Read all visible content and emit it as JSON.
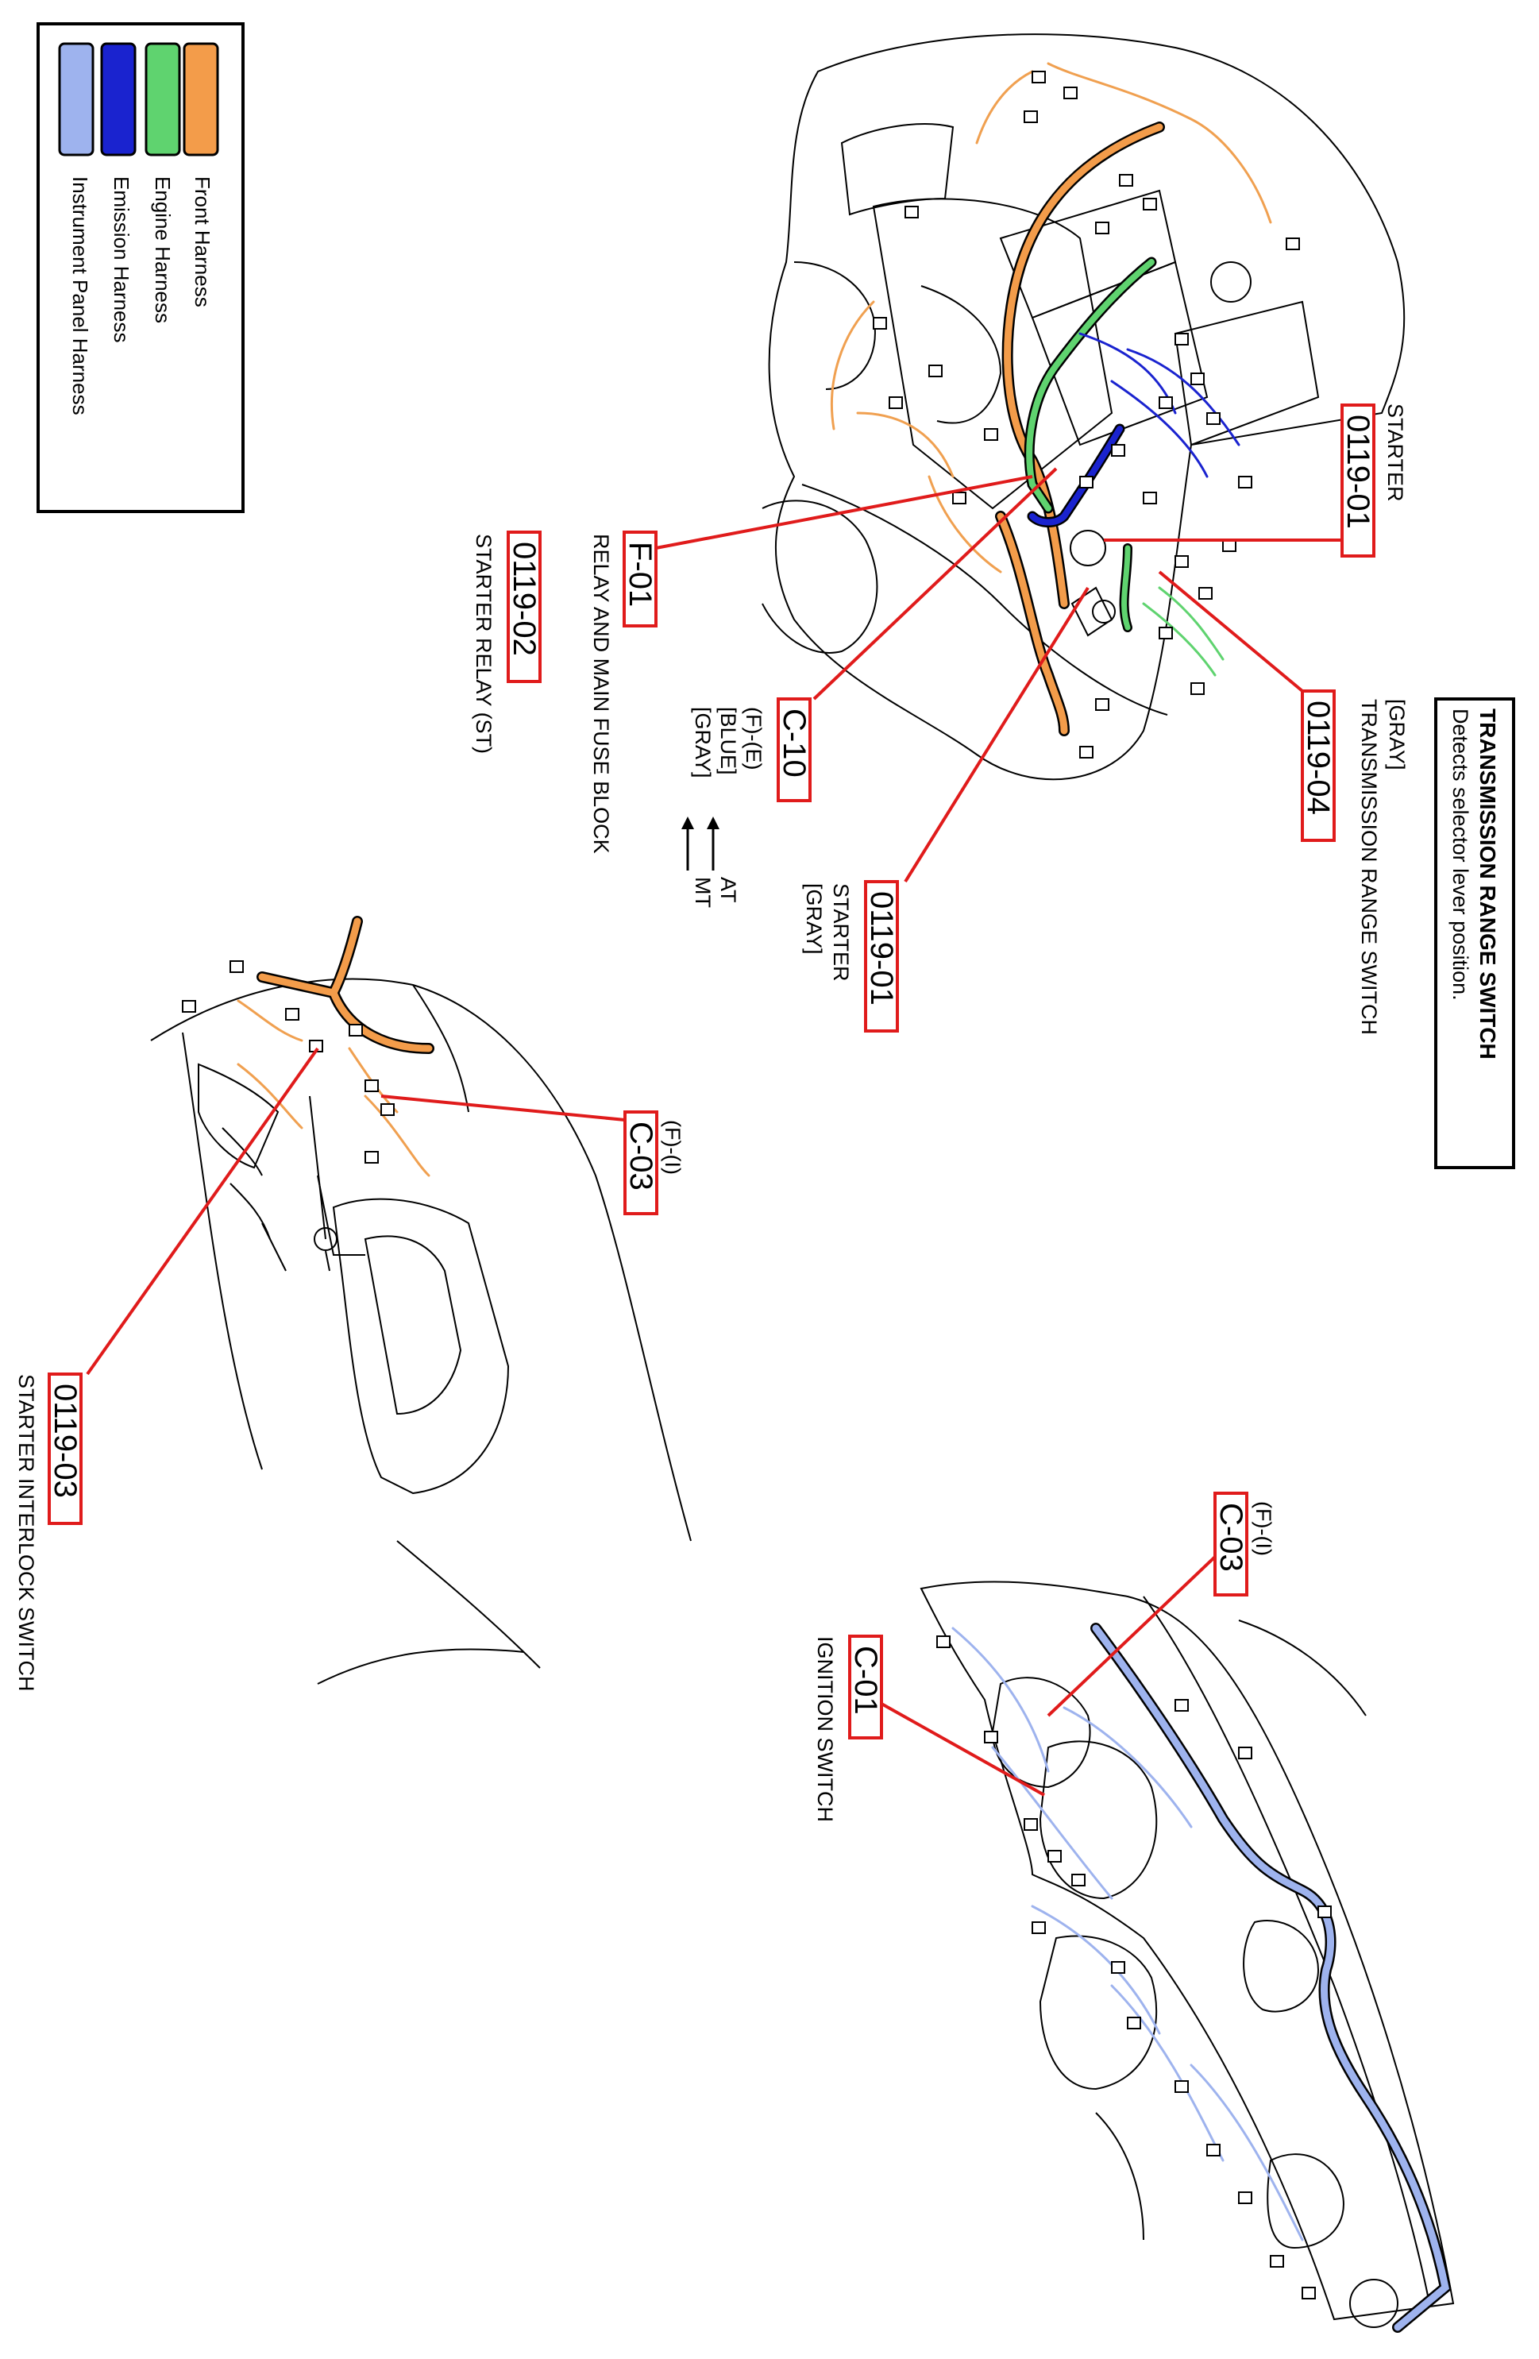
{
  "legend": {
    "items": [
      {
        "label": "Front Harness",
        "color": "#f39c4a"
      },
      {
        "label": "Engine Harness",
        "color": "#5fd36f"
      },
      {
        "label": "Emission Harness",
        "color": "#1a23cf"
      },
      {
        "label": "Instrument Panel Harness",
        "color": "#9eb3ee"
      }
    ]
  },
  "colors": {
    "callout": "#e01b1b",
    "outline": "#000000",
    "front_wire": "#f0a050"
  },
  "connectors": {
    "c0119_01_top": {
      "code": "0119-01",
      "name": "STARTER"
    },
    "c0119_04": {
      "code": "0119-04",
      "color": "[GRAY]",
      "name": "TRANSMISSION RANGE SWITCH"
    },
    "c0119_01_mid": {
      "code": "0119-01",
      "name": "STARTER",
      "color": "[GRAY]"
    },
    "c10": {
      "code": "C-10",
      "pair": "(F)-(E)",
      "blue": "[BLUE]",
      "gray": "[GRAY]",
      "at": "AT",
      "mt": "MT"
    },
    "f01": {
      "code": "F-01",
      "name": "RELAY AND MAIN FUSE BLOCK"
    },
    "c0119_02": {
      "code": "0119-02",
      "name": "STARTER RELAY (ST)"
    },
    "c03_left": {
      "code": "C-03",
      "pair": "(F)-(I)"
    },
    "c0119_03": {
      "code": "0119-03",
      "name": "STARTER INTERLOCK SWITCH"
    },
    "c03_right": {
      "code": "C-03",
      "pair": "(F)-(I)"
    },
    "c01": {
      "code": "C-01",
      "name": "IGNITION SWITCH"
    }
  },
  "note": {
    "title": "TRANSMISSION RANGE SWITCH",
    "text": "Detects selector lever position."
  }
}
